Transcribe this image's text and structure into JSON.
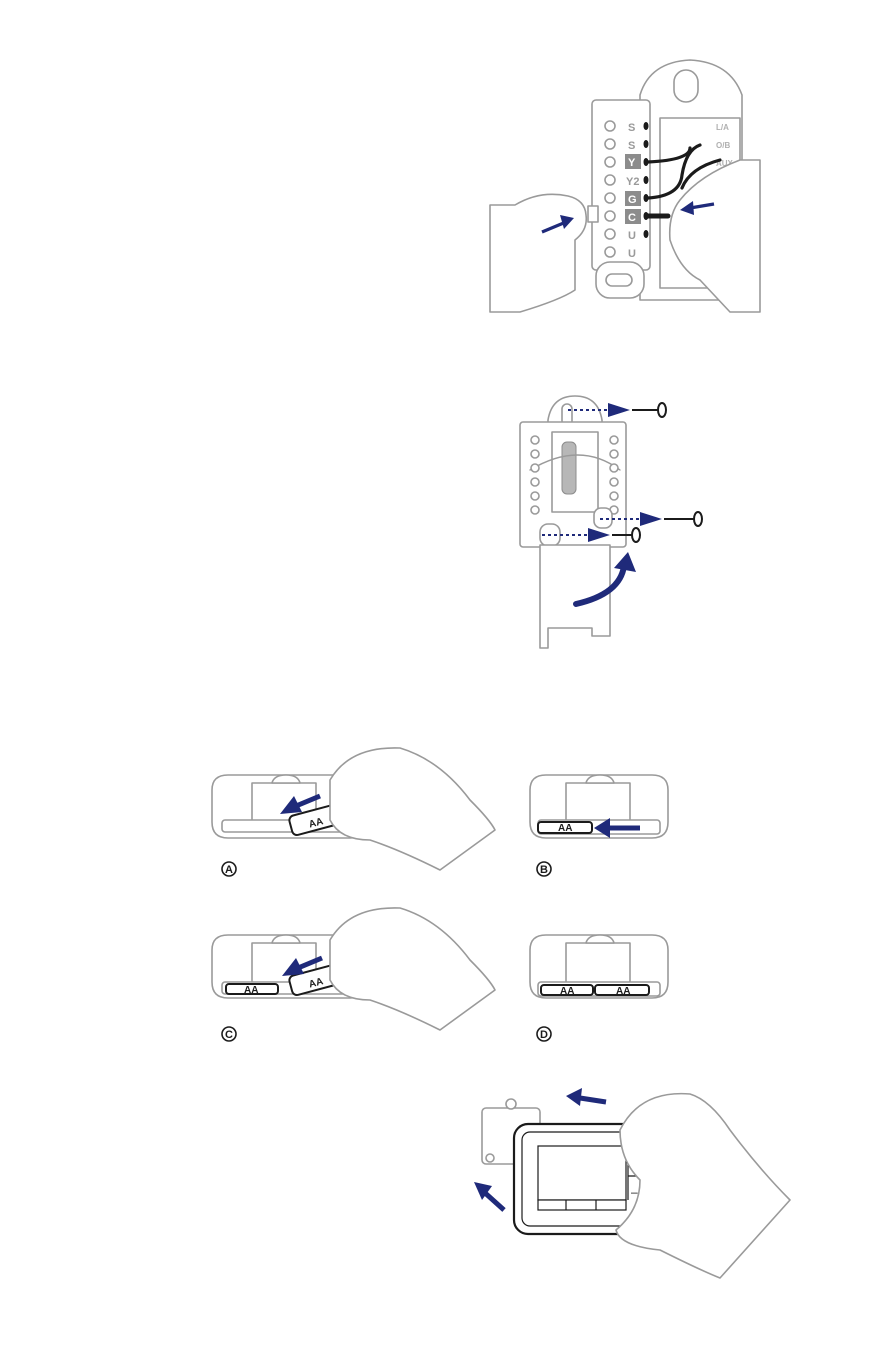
{
  "wiring": {
    "terminals": [
      "S",
      "S",
      "Y",
      "Y2",
      "G",
      "C",
      "U",
      "U"
    ],
    "right_labels": [
      "L/A",
      "O/B",
      "AUX"
    ]
  },
  "batteries": {
    "battery_label": "AA",
    "steps": [
      "A",
      "B",
      "C",
      "D"
    ]
  },
  "thermostat": {
    "plus": "+",
    "minus": "–"
  },
  "icons": [
    "hand-icon",
    "arrow-icon",
    "screw-icon",
    "battery-icon",
    "thermostat-icon"
  ],
  "colors": {
    "arrow": "#1f2a7a",
    "line": "#9a9a9a",
    "wire": "#1b1b1b"
  }
}
